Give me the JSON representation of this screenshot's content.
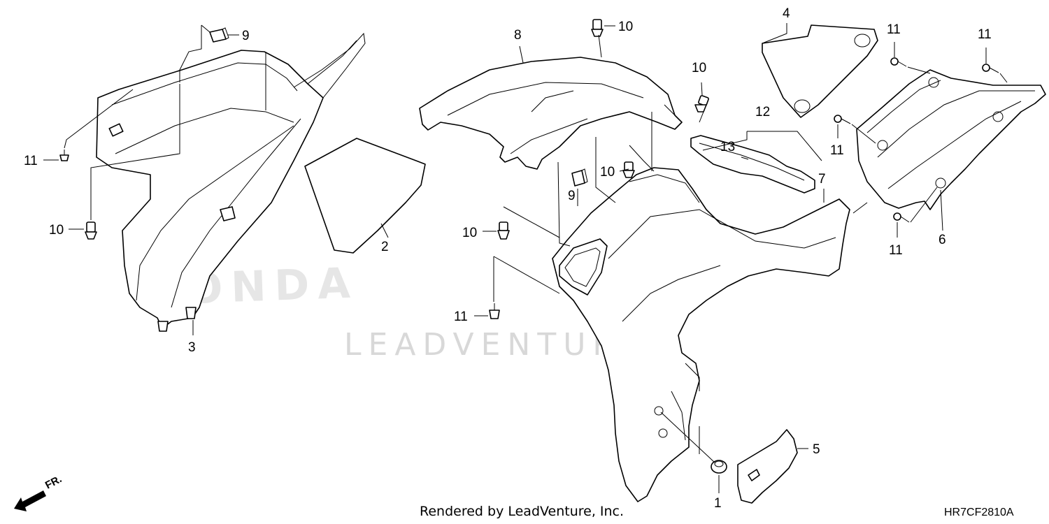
{
  "watermark": {
    "brand": "HONDA",
    "text": "LEADVENTURE"
  },
  "footer": {
    "rendered_by": "Rendered by LeadVenture, Inc.",
    "diagram_code": "HR7CF2810A"
  },
  "direction": {
    "label": "FR."
  },
  "callouts": [
    {
      "id": "c9a",
      "label": "9"
    },
    {
      "id": "c11a",
      "label": "11"
    },
    {
      "id": "c10a",
      "label": "10"
    },
    {
      "id": "c3",
      "label": "3"
    },
    {
      "id": "c2",
      "label": "2"
    },
    {
      "id": "c8",
      "label": "8"
    },
    {
      "id": "c10b",
      "label": "10"
    },
    {
      "id": "c10c",
      "label": "10"
    },
    {
      "id": "c10d",
      "label": "10"
    },
    {
      "id": "c9b",
      "label": "9"
    },
    {
      "id": "c10e",
      "label": "10"
    },
    {
      "id": "c11b",
      "label": "11"
    },
    {
      "id": "c4",
      "label": "4"
    },
    {
      "id": "c12",
      "label": "12"
    },
    {
      "id": "c13",
      "label": "13"
    },
    {
      "id": "c7",
      "label": "7"
    },
    {
      "id": "c11c",
      "label": "11"
    },
    {
      "id": "c11d",
      "label": "11"
    },
    {
      "id": "c11e",
      "label": "11"
    },
    {
      "id": "c11f",
      "label": "11"
    },
    {
      "id": "c6",
      "label": "6"
    },
    {
      "id": "c5",
      "label": "5"
    },
    {
      "id": "c1",
      "label": "1"
    }
  ]
}
